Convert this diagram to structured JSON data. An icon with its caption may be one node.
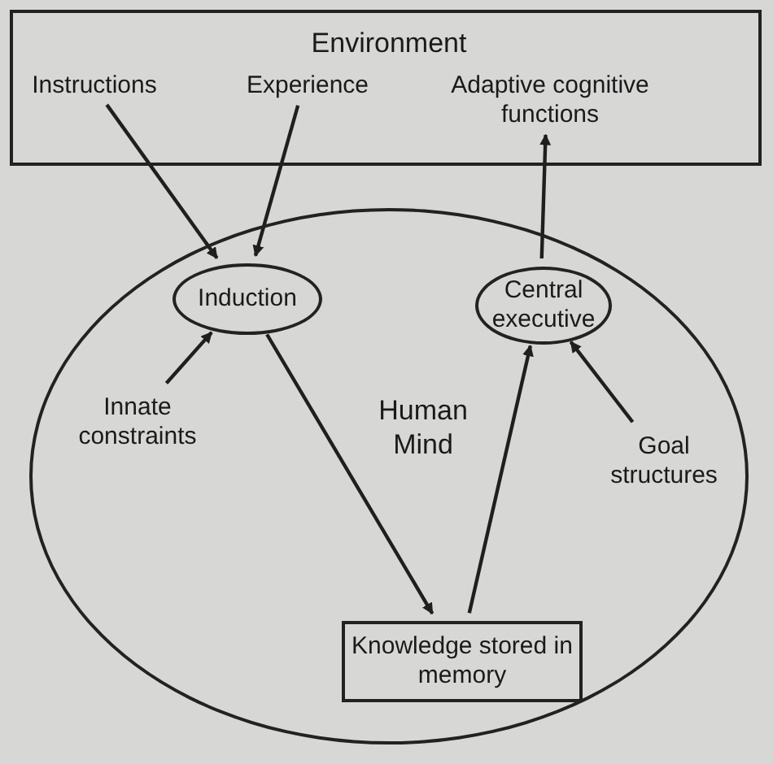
{
  "diagram": {
    "nodes": [
      {
        "text": [
          "Environment"
        ]
      },
      {
        "text": [
          "Instructions"
        ],
        "in": 0
      },
      {
        "text": [
          "Experience"
        ],
        "in": 0
      },
      {
        "text": [
          "Adaptive cognitive functions"
        ],
        "in": 0
      },
      {
        "text": [
          "Human Mind"
        ]
      },
      {
        "text": [
          "Induction"
        ],
        "in": 4
      },
      {
        "text": [
          "Central executive"
        ],
        "in": 4
      },
      {
        "text": [
          "Innate constraints"
        ],
        "in": 4
      },
      {
        "text": [
          "Goal structures"
        ],
        "in": 4
      },
      {
        "text": [
          "Knowledge stored in memory"
        ],
        "in": 4
      }
    ],
    "edges": [
      {
        "from": 1,
        "to": 5,
        "arrow": "to"
      },
      {
        "from": 2,
        "to": 5,
        "arrow": "to"
      },
      {
        "from": 6,
        "to": 3,
        "arrow": "to"
      },
      {
        "from": 7,
        "to": 5,
        "arrow": "to"
      },
      {
        "from": 8,
        "to": 6,
        "arrow": "to"
      },
      {
        "from": 5,
        "to": 9,
        "arrow": "to"
      },
      {
        "from": 9,
        "to": 6,
        "arrow": "to"
      }
    ]
  }
}
